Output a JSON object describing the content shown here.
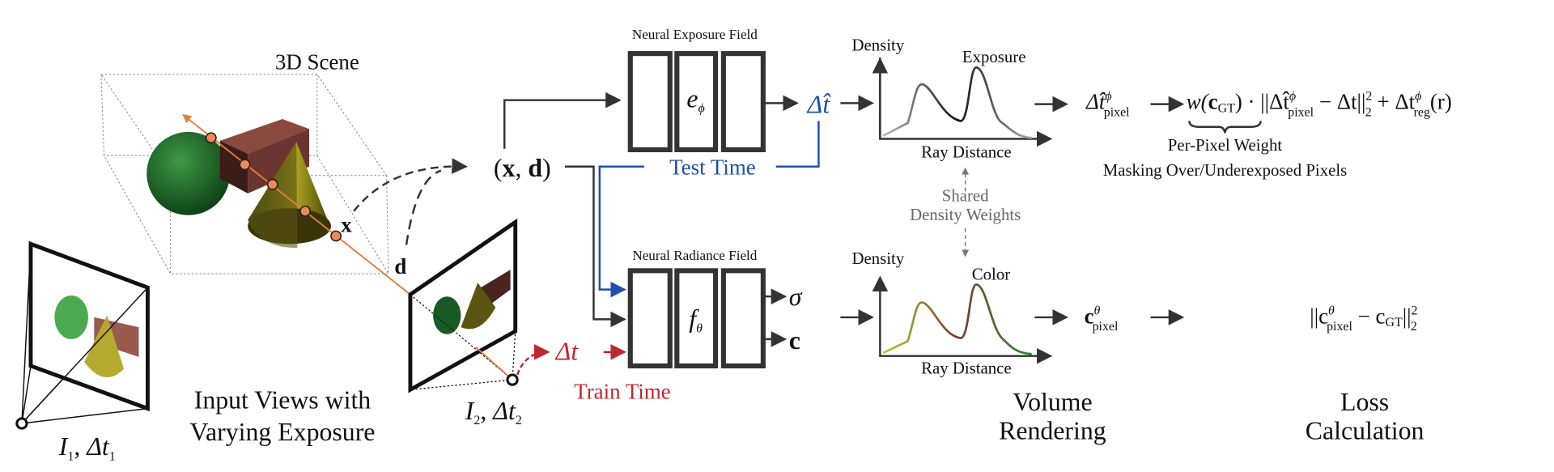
{
  "colors": {
    "test_time": "#1f4fa8",
    "train_time": "#c0272d",
    "ray": "#e87a3a",
    "network_box": "#333333"
  },
  "scene": {
    "title": "3D Scene",
    "point_label": "x",
    "direction_label": "d"
  },
  "input_views": {
    "line1": "Input Views with",
    "line2": "Varying Exposure",
    "view1": {
      "image": "I",
      "image_idx": "1",
      "sep": ", ",
      "exposure": "Δt",
      "exposure_idx": "1"
    },
    "view2": {
      "image": "I",
      "image_idx": "2",
      "sep": ", ",
      "exposure": "Δt",
      "exposure_idx": "2"
    }
  },
  "query": {
    "text_open": "(",
    "x": "x",
    "comma": ", ",
    "d": "d",
    "text_close": ")"
  },
  "exposure_field": {
    "title": "Neural Exposure Field",
    "symbol": "e",
    "symbol_sub": "ϕ",
    "output": "Δt̂"
  },
  "radiance_field": {
    "title": "Neural Radiance Field",
    "symbol": "f",
    "symbol_sub": "θ",
    "output_sigma": "σ",
    "output_color": "c"
  },
  "test_time": "Test Time",
  "train_time": {
    "label": "Train Time",
    "input": "Δt"
  },
  "exposure_plot": {
    "ylabel": "Density",
    "xlabel": "Ray Distance",
    "curve_label": "Exposure"
  },
  "color_plot": {
    "ylabel": "Density",
    "xlabel": "Ray Distance",
    "curve_label": "Color"
  },
  "shared": {
    "line1": "Shared",
    "line2": "Density Weights"
  },
  "exposure_output": {
    "base": "Δt̂",
    "sup": "ϕ",
    "sub": "pixel"
  },
  "exposure_loss": {
    "w": "w(",
    "c": "c",
    "c_sub": "GT",
    "w_close": ")",
    "dot": " · ||Δt̂",
    "sup1": "ϕ",
    "sub1": "pixel",
    "minus": " − Δt||",
    "sq": "2",
    "sq_sub": "2",
    "plus": " + Δt",
    "sup2": "ϕ",
    "sub2": "reg",
    "r": "(r)"
  },
  "weight_note": {
    "line1": "Per-Pixel Weight",
    "line2": "Masking Over/Underexposed Pixels"
  },
  "color_output": {
    "base": "c",
    "sup": "θ",
    "sub": "pixel"
  },
  "color_loss": {
    "open": "||c",
    "sup": "θ",
    "sub": "pixel",
    "minus": " − c",
    "gt": "GT",
    "close": "||",
    "sq": "2",
    "sq_sub": "2"
  },
  "stages": {
    "volume1": "Volume",
    "volume2": "Rendering",
    "loss1": "Loss",
    "loss2": "Calculation"
  }
}
